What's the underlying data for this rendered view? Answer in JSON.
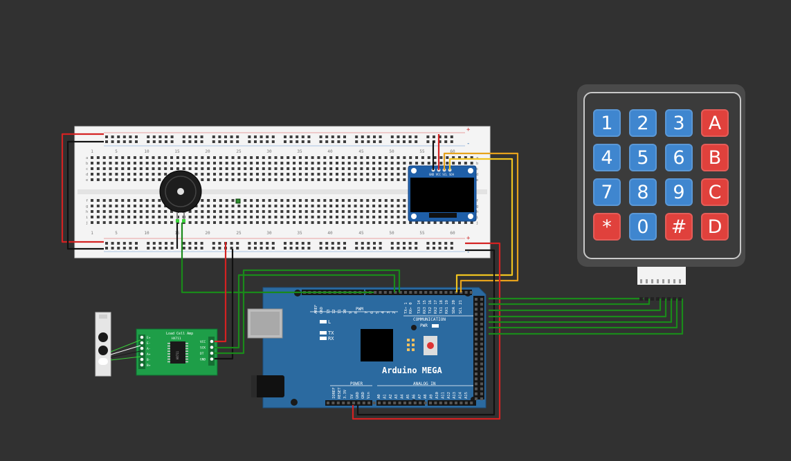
{
  "breadboard": {
    "column_numbers": [
      "1",
      "5",
      "10",
      "15",
      "20",
      "25",
      "30",
      "35",
      "40",
      "45",
      "50",
      "55",
      "60"
    ],
    "row_letters_top": [
      "a",
      "b",
      "c",
      "d",
      "e"
    ],
    "row_letters_bottom": [
      "f",
      "g",
      "h",
      "i",
      "j"
    ],
    "plus_sign": "+",
    "minus_sign": "-"
  },
  "oled": {
    "pin_labels": "GND VCC SCL SDA"
  },
  "loadcell_amp": {
    "title": "Load Cell Amp",
    "chip": "HX711",
    "ic_label": "HX711",
    "left_pins": [
      "E+",
      "E-",
      "A-",
      "A+",
      "B-",
      "B+"
    ],
    "right_pins": [
      "VCC",
      "SCK",
      "DT",
      "GND"
    ]
  },
  "arduino": {
    "name": "Arduino MEGA",
    "top_pins": [
      "AREF",
      "GND",
      "13",
      "12",
      "11",
      "10",
      "9",
      "8",
      "7",
      "6",
      "5",
      "4",
      "3",
      "2",
      "TX→ 1",
      "RX← 0",
      "TX3 14",
      "RX3 15",
      "TX2 16",
      "RX2 17",
      "TX1 18",
      "RX1 19",
      "SDA 20",
      "SCL 21"
    ],
    "pwm_label": "PWM",
    "communication_label": "COMMUNICATION",
    "led_l": "L",
    "led_tx": "TX",
    "led_rx": "RX",
    "pwr_label": "PWR",
    "power_label": "POWER",
    "analog_label": "ANALOG IN",
    "power_pins": [
      "IOREF",
      "RESET",
      "3.3V",
      "5V",
      "GND",
      "GND",
      "Vin"
    ],
    "analog_pins": [
      "A0",
      "A1",
      "A2",
      "A3",
      "A4",
      "A5",
      "A6",
      "A7",
      "A8",
      "A9",
      "A10",
      "A11",
      "A12",
      "A13",
      "A14",
      "A15"
    ]
  },
  "keypad": {
    "keys": [
      {
        "label": "1",
        "color": "blue"
      },
      {
        "label": "2",
        "color": "blue"
      },
      {
        "label": "3",
        "color": "blue"
      },
      {
        "label": "A",
        "color": "red"
      },
      {
        "label": "4",
        "color": "blue"
      },
      {
        "label": "5",
        "color": "blue"
      },
      {
        "label": "6",
        "color": "blue"
      },
      {
        "label": "B",
        "color": "red"
      },
      {
        "label": "7",
        "color": "blue"
      },
      {
        "label": "8",
        "color": "blue"
      },
      {
        "label": "9",
        "color": "blue"
      },
      {
        "label": "C",
        "color": "red"
      },
      {
        "label": "*",
        "color": "red"
      },
      {
        "label": "0",
        "color": "blue"
      },
      {
        "label": "#",
        "color": "red"
      },
      {
        "label": "D",
        "color": "red"
      }
    ]
  },
  "colors": {
    "background": "#313131",
    "wire_red": "#d42222",
    "wire_black": "#111111",
    "wire_green": "#1a8a1a",
    "wire_yellow": "#f0c420",
    "wire_orange": "#e6a21c",
    "arduino_blue": "#2b6aa0",
    "hx711_green": "#1e9e48",
    "oled_blue": "#1f5fa8",
    "key_blue": "#3f86cf",
    "key_red": "#e0413c"
  }
}
